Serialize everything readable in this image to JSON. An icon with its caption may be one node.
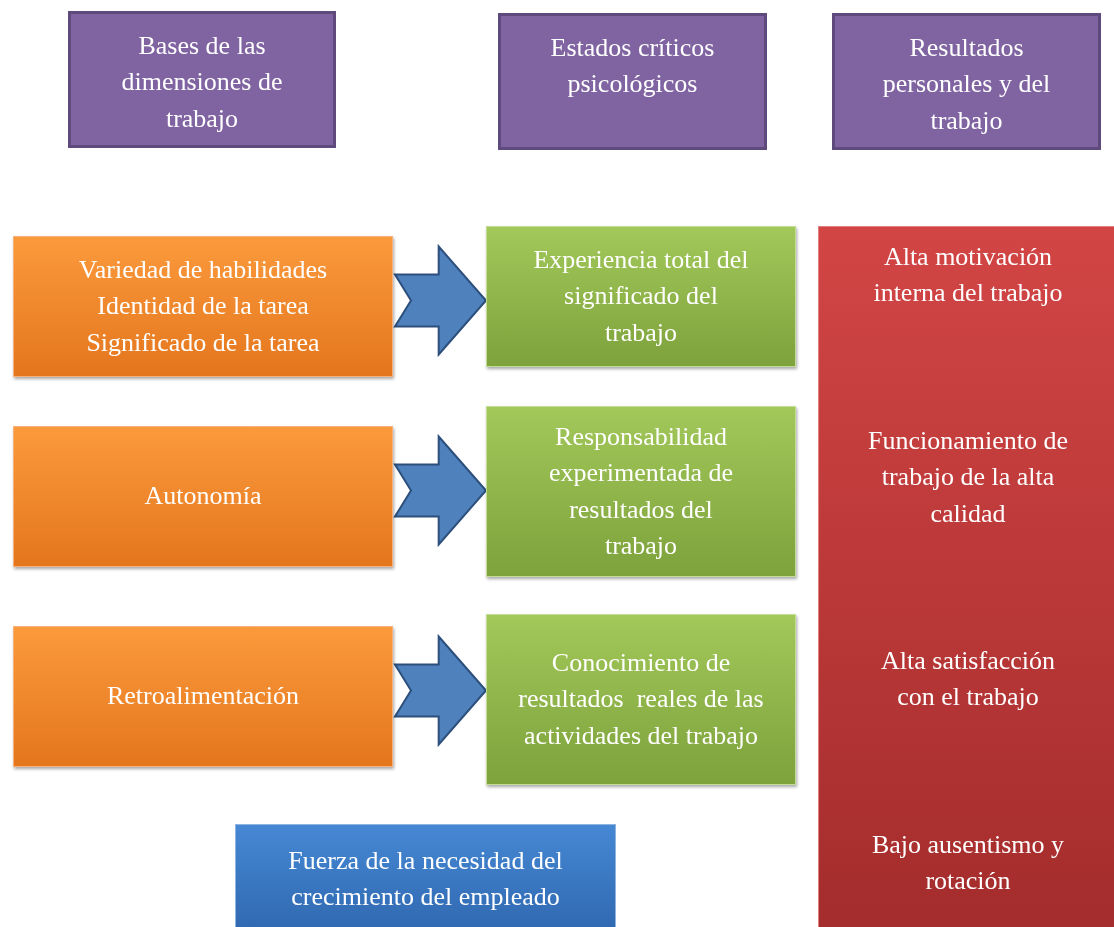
{
  "diagram": {
    "nodes": [
      {
        "text": [
          "Bases de las dimensiones de trabajo"
        ]
      },
      {
        "text": [
          "Estados críticos psicológicos"
        ]
      },
      {
        "text": [
          "Resultados personales y del trabajo"
        ]
      },
      {
        "text": [
          "Variedad de habilidades Identidad de la tarea Significado de la tarea"
        ]
      },
      {
        "text": [
          "Experiencia total del significado del trabajo"
        ]
      },
      {
        "text": [
          "Autonomía"
        ]
      },
      {
        "text": [
          "Responsabilidad experimentada de resultados del trabajo"
        ]
      },
      {
        "text": [
          "Retroalimentación"
        ]
      },
      {
        "text": [
          "Conocimiento de resultados  reales de las actividades del trabajo"
        ]
      },
      {
        "text": [
          "Alta motivación interna del trabajo",
          "Funcionamiento de trabajo de la alta calidad",
          "Alta satisfacción con el trabajo",
          "Bajo ausentismo y rotación"
        ]
      },
      {
        "text": [
          "Fuerza de la necesidad del crecimiento del empleado"
        ]
      }
    ],
    "edges": [
      {
        "from": 3,
        "to": 4,
        "arrow": "to"
      },
      {
        "from": 5,
        "to": 6,
        "arrow": "to"
      },
      {
        "from": 7,
        "to": 8,
        "arrow": "to"
      }
    ]
  }
}
